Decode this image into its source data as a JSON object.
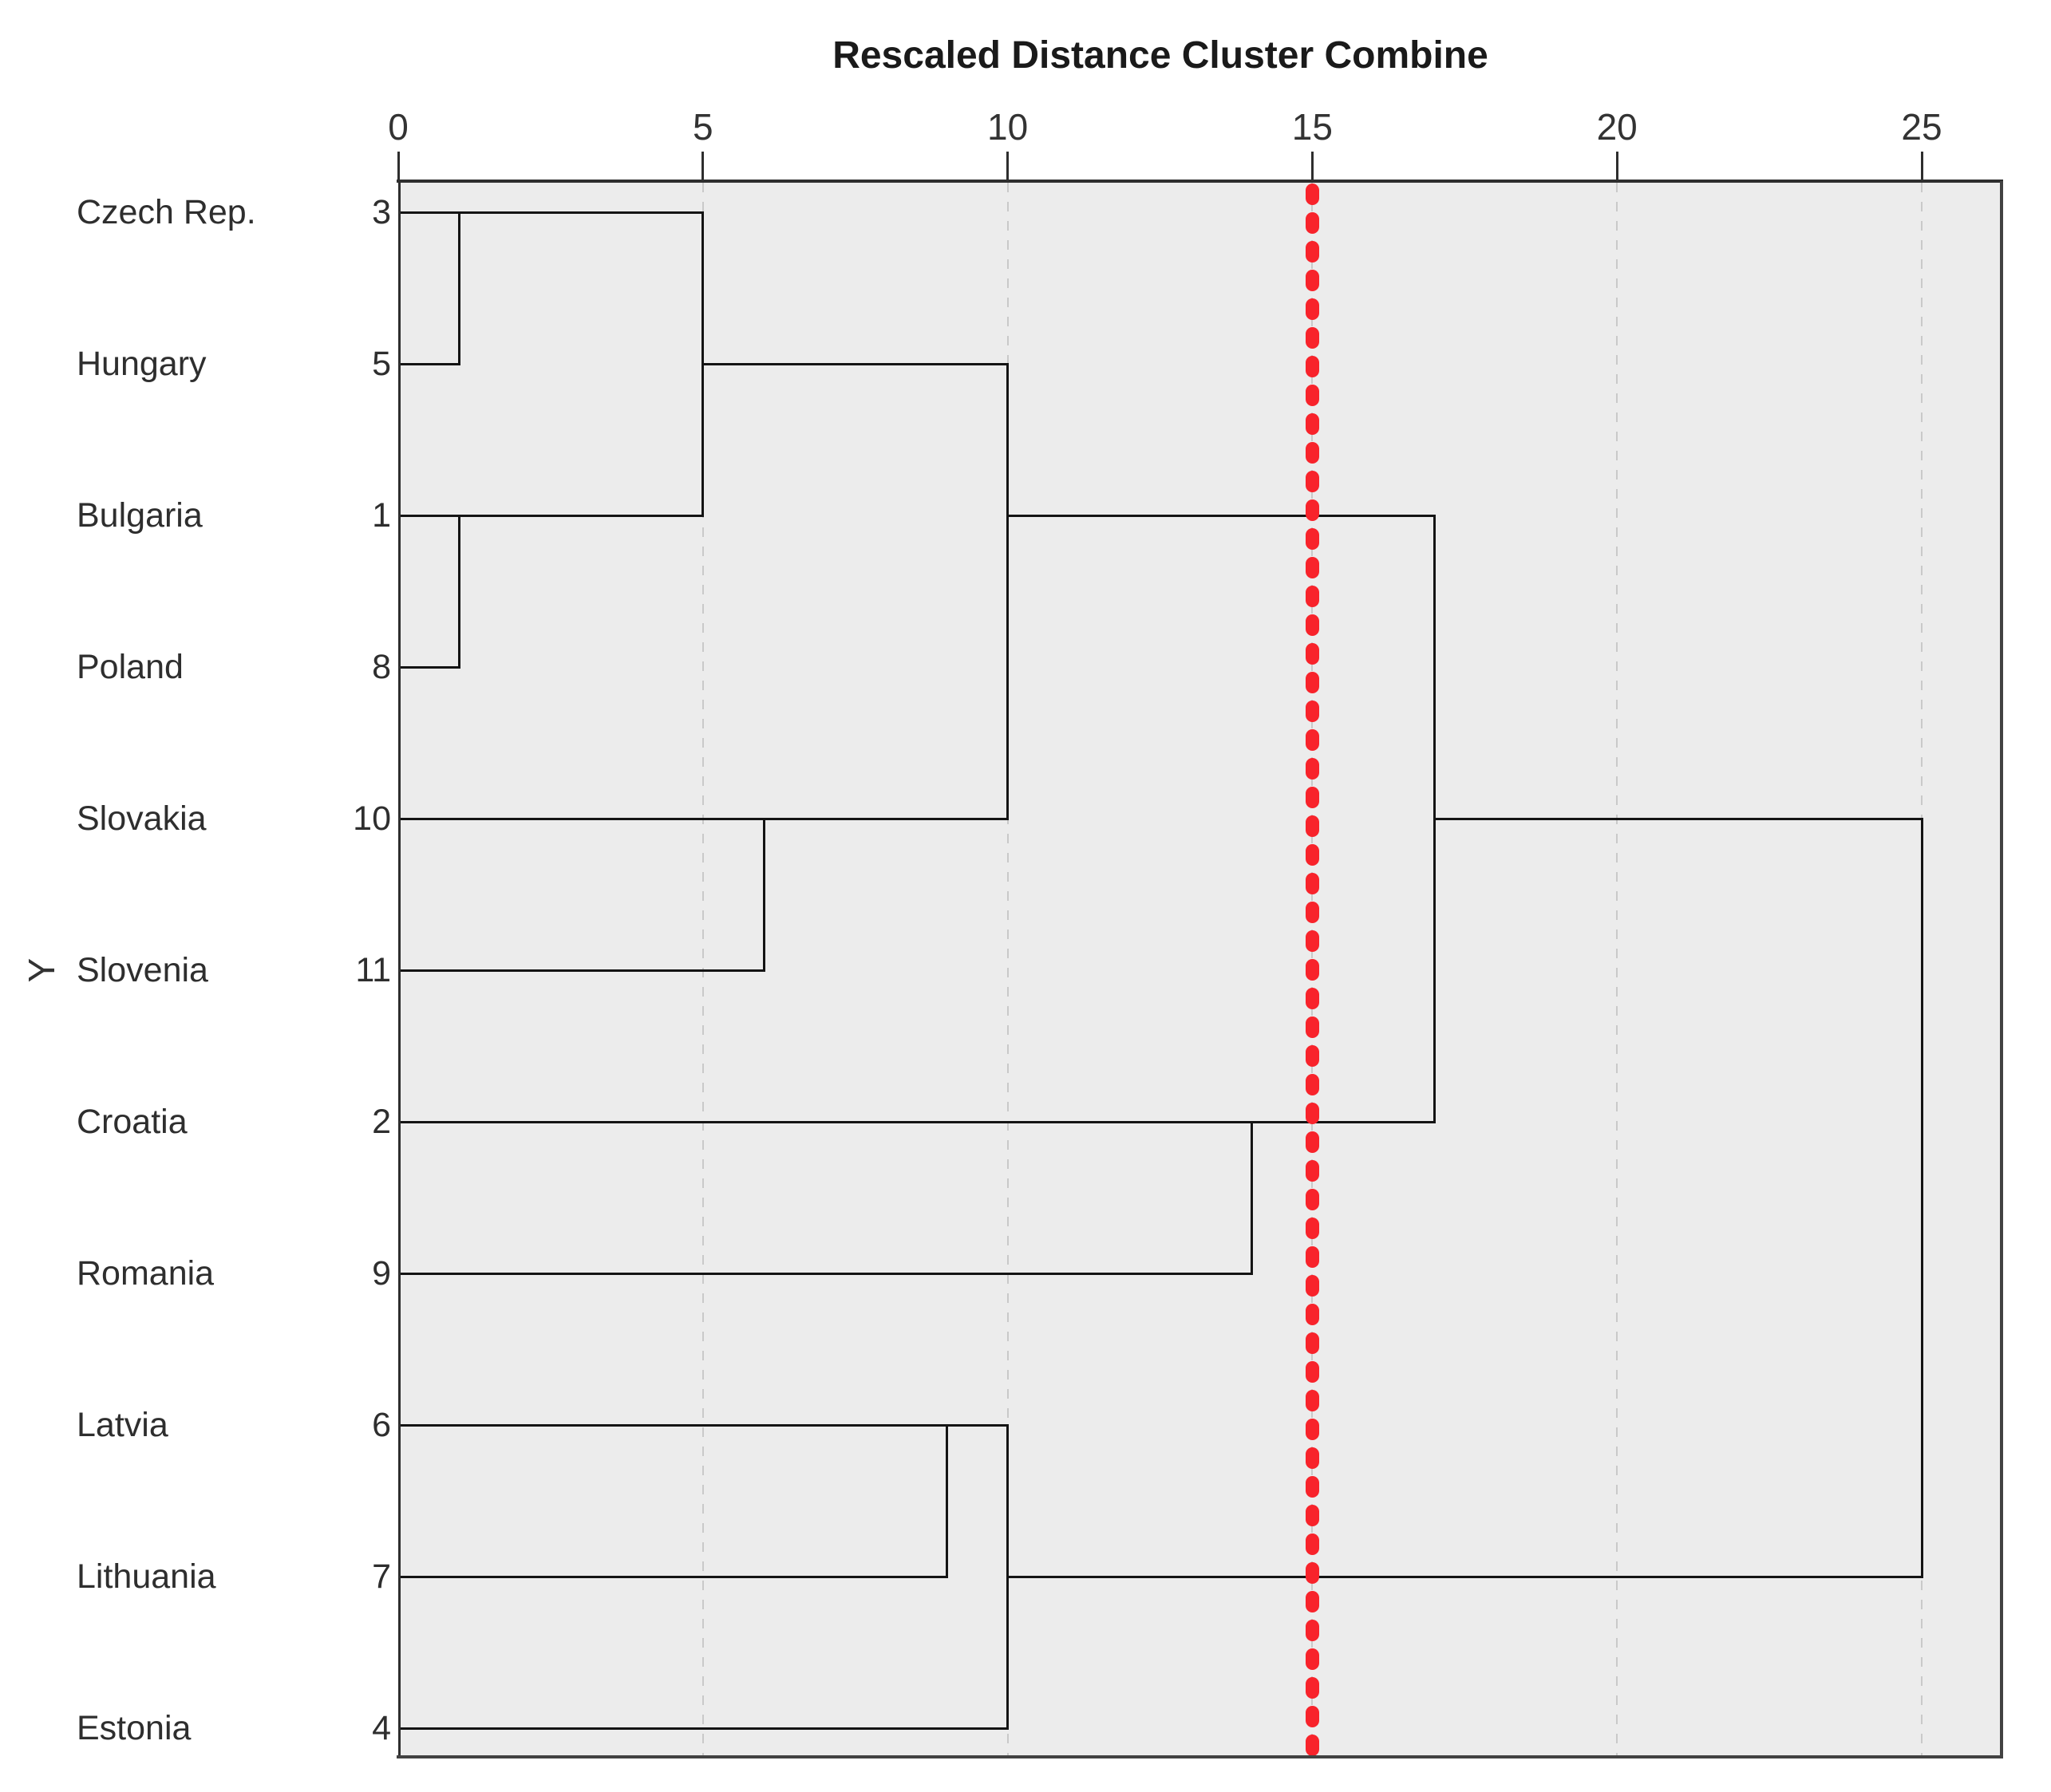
{
  "title": "Rescaled Distance Cluster Combine",
  "y_axis": {
    "label": "Y"
  },
  "x_axis": {
    "min": 0,
    "max": 25,
    "tick_labels": [
      "0",
      "5",
      "10",
      "15",
      "20",
      "25"
    ],
    "tick_values": [
      0,
      5,
      10,
      15,
      20,
      25
    ]
  },
  "rows": [
    {
      "label": "Czech Rep.",
      "case_number": "3"
    },
    {
      "label": "Hungary",
      "case_number": "5"
    },
    {
      "label": "Bulgaria",
      "case_number": "1"
    },
    {
      "label": "Poland",
      "case_number": "8"
    },
    {
      "label": "Slovakia",
      "case_number": "10"
    },
    {
      "label": "Slovenia",
      "case_number": "11"
    },
    {
      "label": "Croatia",
      "case_number": "2"
    },
    {
      "label": "Romania",
      "case_number": "9"
    },
    {
      "label": "Latvia",
      "case_number": "6"
    },
    {
      "label": "Lithuania",
      "case_number": "7"
    },
    {
      "label": "Estonia",
      "case_number": "4"
    }
  ],
  "cutoff_line": {
    "value": 15,
    "color": "#f8232b",
    "style": "dotted"
  },
  "colors": {
    "plot_background": "#ececec",
    "frame": "#424242",
    "dendrogram_line": "#141414",
    "gridline": "#c9c9c9",
    "text": "#2e2e2e"
  },
  "chart_data": {
    "type": "dendrogram",
    "orientation": "horizontal",
    "title": "Rescaled Distance Cluster Combine",
    "xlabel": "Rescaled Distance Cluster Combine",
    "ylabel": "Y",
    "xlim": [
      0,
      25
    ],
    "grid": "dashed vertical at 5,10,15,20,25",
    "leaves_top_to_bottom": [
      "Czech Rep.",
      "Hungary",
      "Bulgaria",
      "Poland",
      "Slovakia",
      "Slovenia",
      "Croatia",
      "Romania",
      "Latvia",
      "Lithuania",
      "Estonia"
    ],
    "leaf_case_numbers": [
      3,
      5,
      1,
      8,
      10,
      11,
      2,
      9,
      6,
      7,
      4
    ],
    "merges": [
      {
        "members": [
          "Czech Rep.",
          "Hungary"
        ],
        "distance": 1
      },
      {
        "members": [
          "Bulgaria",
          "Poland"
        ],
        "distance": 1
      },
      {
        "members": [
          "Czech Rep.+Hungary",
          "Bulgaria+Poland"
        ],
        "distance": 5
      },
      {
        "members": [
          "Slovakia",
          "Slovenia"
        ],
        "distance": 6
      },
      {
        "members": [
          "CZ+HU+BG+PL",
          "Slovakia+Slovenia"
        ],
        "distance": 10
      },
      {
        "members": [
          "Croatia",
          "Romania"
        ],
        "distance": 14
      },
      {
        "members": [
          "CZ+HU+BG+PL+SK+SI",
          "Croatia+Romania"
        ],
        "distance": 17
      },
      {
        "members": [
          "Latvia",
          "Lithuania"
        ],
        "distance": 9
      },
      {
        "members": [
          "Latvia+Lithuania",
          "Estonia"
        ],
        "distance": 10
      },
      {
        "members": [
          "all-others",
          "Latvia+Lithuania+Estonia"
        ],
        "distance": 25
      }
    ],
    "cutoff": 15,
    "segments": {
      "horizontal": [
        {
          "row": 0,
          "u1": 0,
          "u2": 5
        },
        {
          "row": 1,
          "u1": 0,
          "u2": 1
        },
        {
          "row": 1,
          "u1": 5,
          "u2": 10
        },
        {
          "row": 2,
          "u1": 0,
          "u2": 5
        },
        {
          "row": 3,
          "u1": 0,
          "u2": 1
        },
        {
          "row": 2,
          "u1": 10,
          "u2": 17
        },
        {
          "row": 4,
          "u1": 0,
          "u2": 10
        },
        {
          "row": 5,
          "u1": 0,
          "u2": 6
        },
        {
          "row": 4,
          "u1": 17,
          "u2": 25
        },
        {
          "row": 6,
          "u1": 0,
          "u2": 17
        },
        {
          "row": 7,
          "u1": 0,
          "u2": 14
        },
        {
          "row": 8,
          "u1": 0,
          "u2": 10
        },
        {
          "row": 9,
          "u1": 0,
          "u2": 9
        },
        {
          "row": 9,
          "u1": 10,
          "u2": 25
        },
        {
          "row": 10,
          "u1": 0,
          "u2": 10
        }
      ],
      "vertical": [
        {
          "u": 1,
          "row1": 0,
          "row2": 1
        },
        {
          "u": 1,
          "row1": 2,
          "row2": 3
        },
        {
          "u": 5,
          "row1": 0,
          "row2": 2
        },
        {
          "u": 6,
          "row1": 4,
          "row2": 5
        },
        {
          "u": 10,
          "row1": 1,
          "row2": 4
        },
        {
          "u": 14,
          "row1": 6,
          "row2": 7
        },
        {
          "u": 17,
          "row1": 2,
          "row2": 6
        },
        {
          "u": 9,
          "row1": 8,
          "row2": 9
        },
        {
          "u": 10,
          "row1": 8,
          "row2": 10
        },
        {
          "u": 25,
          "row1": 4,
          "row2": 9
        }
      ]
    }
  }
}
